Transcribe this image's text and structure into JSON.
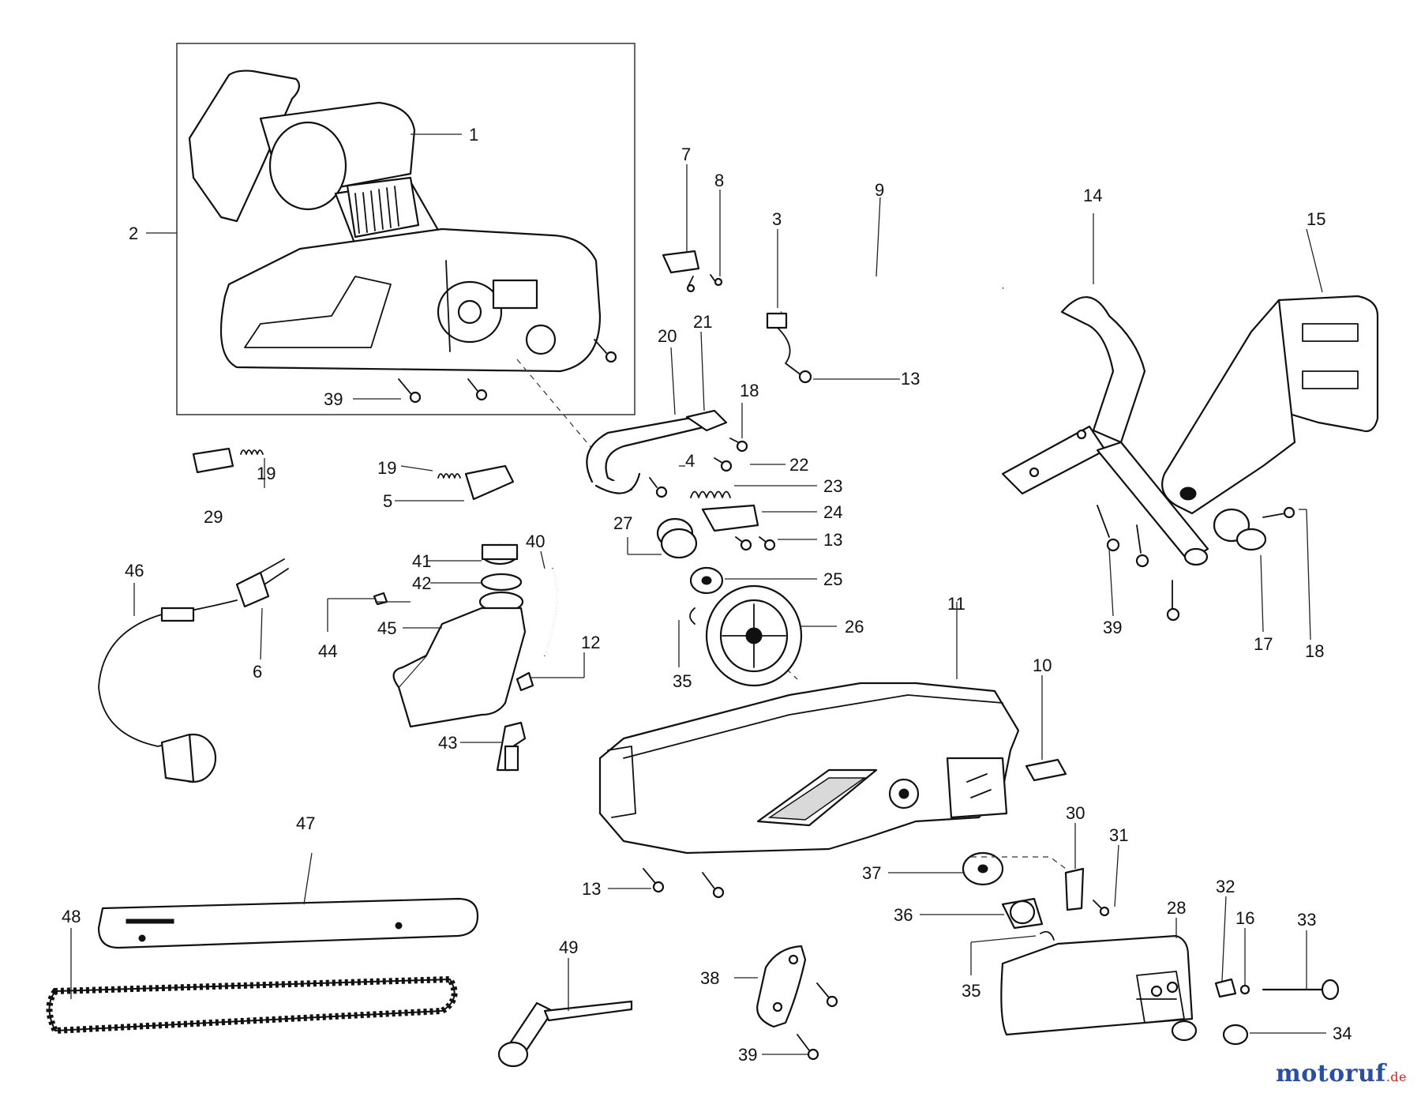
{
  "diagram": {
    "labels": {
      "p1": "1",
      "p2": "2",
      "p3": "3",
      "p4": "4",
      "p5": "5",
      "p6": "6",
      "p7": "7",
      "p8": "8",
      "p9": "9",
      "p10": "10",
      "p11": "11",
      "p12": "12",
      "p13a": "13",
      "p13b": "13",
      "p13c": "13",
      "p14": "14",
      "p15": "15",
      "p16": "16",
      "p17": "17",
      "p18a": "18",
      "p18b": "18",
      "p19a": "19",
      "p19b": "19",
      "p20": "20",
      "p21": "21",
      "p22": "22",
      "p23": "23",
      "p24": "24",
      "p25": "25",
      "p26": "26",
      "p27": "27",
      "p28": "28",
      "p29": "29",
      "p30": "30",
      "p31": "31",
      "p32": "32",
      "p33": "33",
      "p34": "34",
      "p35a": "35",
      "p35b": "35",
      "p36": "36",
      "p37": "37",
      "p38": "38",
      "p39a": "39",
      "p39b": "39",
      "p39c": "39",
      "p40": "40",
      "p41": "41",
      "p42": "42",
      "p43": "43",
      "p44": "44",
      "p45": "45",
      "p46": "46",
      "p47": "47",
      "p48": "48",
      "p49": "49"
    }
  },
  "watermark": {
    "main": "moto",
    "accent": "ruf",
    "tld": ".de"
  }
}
